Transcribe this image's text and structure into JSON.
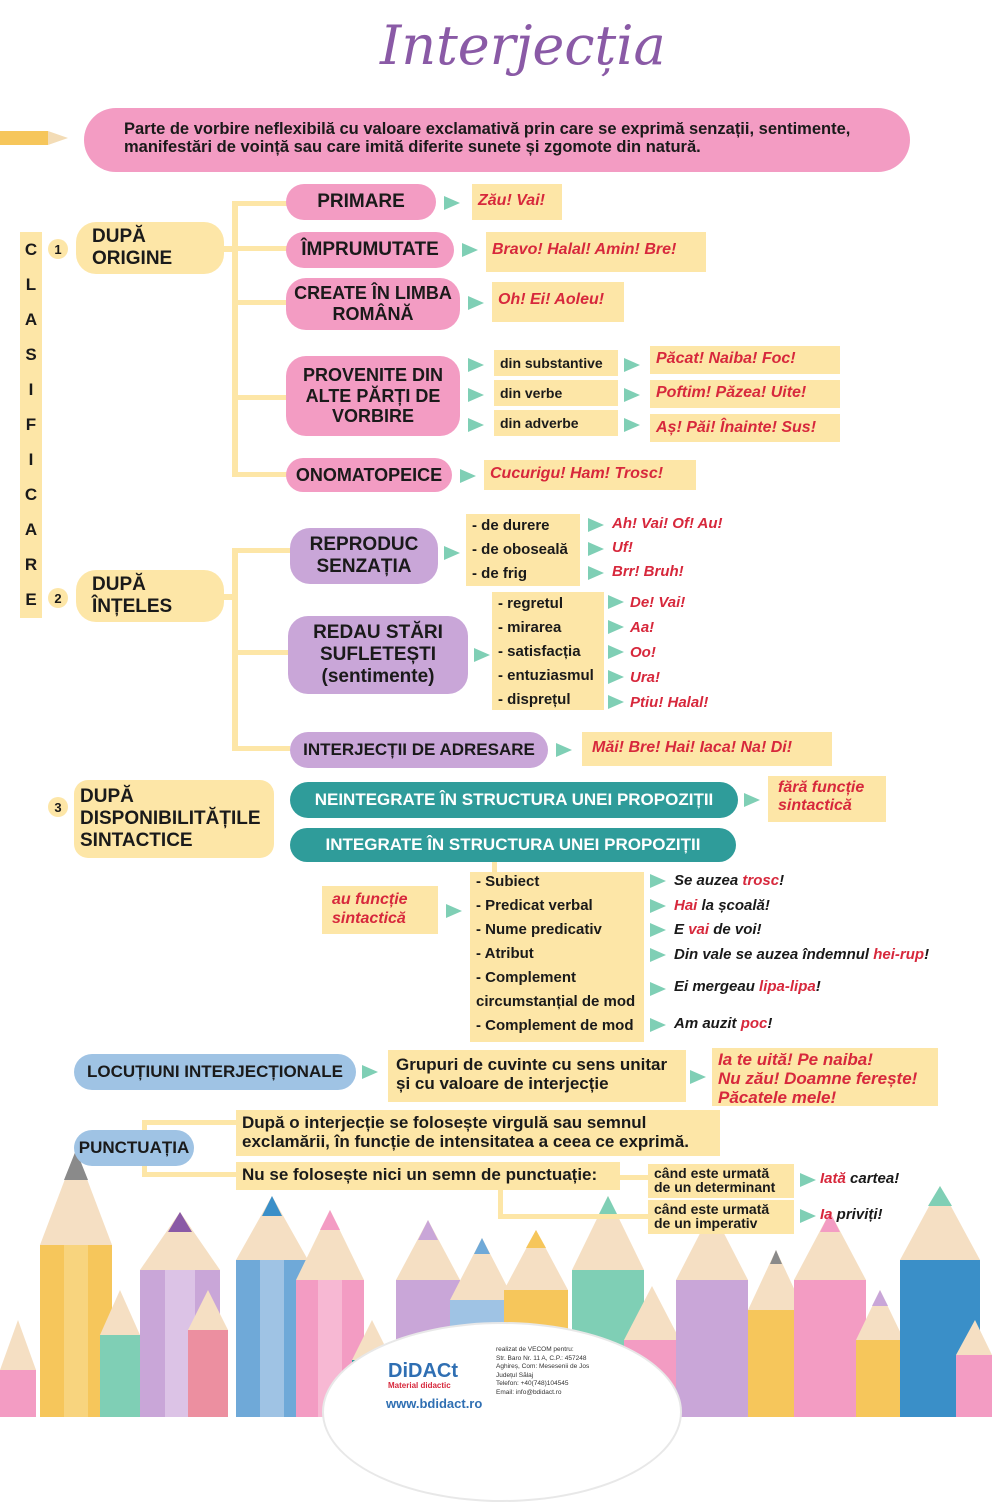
{
  "title": "Interjecția",
  "definition": "Parte de vorbire neflexibilă cu valoare exclamativă prin care se exprimă senzații, sentimente, manifestări de voință sau care imită diferite sunete și zgomote din natură.",
  "side_letters": [
    "C",
    "L",
    "A",
    "S",
    "I",
    "F",
    "I",
    "C",
    "A",
    "R",
    "E"
  ],
  "section1": {
    "num": "1",
    "label": "DUPĂ ORIGINE",
    "primare": "PRIMARE",
    "primare_ex": "Zău! Vai!",
    "imprumutate": "ÎMPRUMUTATE",
    "imprumutate_ex": "Bravo! Halal! Amin! Bre!",
    "create": "CREATE ÎN LIMBA ROMÂNĂ",
    "create_ex": "Oh! Ei! Aoleu!",
    "provenite": "PROVENITE DIN ALTE PĂRȚI DE VORBIRE",
    "provenite_items": [
      "din substantive",
      "din verbe",
      "din adverbe"
    ],
    "provenite_ex": [
      "Păcat! Naiba! Foc!",
      "Poftim! Păzea! Uite!",
      "Aș! Păi! Înainte! Sus!"
    ],
    "onomatopeice": "ONOMATOPEICE",
    "onomatopeice_ex": "Cucurigu! Ham! Trosc!"
  },
  "section2": {
    "num": "2",
    "label": "DUPĂ ÎNȚELES",
    "reproduc": "REPRODUC SENZAȚIA",
    "reproduc_items": [
      "- de durere",
      "- de oboseală",
      "- de frig"
    ],
    "reproduc_ex": [
      "Ah! Vai! Of! Au!",
      "Uf!",
      "Brr! Bruh!"
    ],
    "redau": "REDAU STĂRI SUFLETEȘTI (sentimente)",
    "redau_items": [
      "- regretul",
      "- mirarea",
      "- satisfacția",
      "- entuziasmul",
      "- disprețul"
    ],
    "redau_ex": [
      "De! Vai!",
      "Aa!",
      "Oo!",
      "Ura!",
      "Ptiu! Halal!"
    ],
    "adresare": "INTERJECȚII DE ADRESARE",
    "adresare_ex": "Măi! Bre! Hai! Iaca! Na! Di!"
  },
  "section3": {
    "num": "3",
    "label": "DUPĂ DISPONIBILITĂȚILE SINTACTICE",
    "neintegrate": "NEINTEGRATE ÎN STRUCTURA UNEI PROPOZIȚII",
    "neintegrate_ex": "fără funcție sintactică",
    "integrate": "INTEGRATE ÎN STRUCTURA UNEI PROPOZIȚII",
    "integrate_note": "au funcție sintactică",
    "functions": [
      "- Subiect",
      "- Predicat verbal",
      "- Nume predicativ",
      "- Atribut",
      "- Complement",
      "circumstanțial de mod",
      "- Complement de mod"
    ],
    "examples": [
      {
        "pre": "Se auzea ",
        "hl": "trosc",
        "post": "!"
      },
      {
        "pre": "",
        "hl": "Hai",
        "post": " la școală!"
      },
      {
        "pre": "E ",
        "hl": "vai",
        "post": " de voi!"
      },
      {
        "pre": "Din vale se auzea îndemnul ",
        "hl": "hei-rup",
        "post": "!"
      },
      {
        "pre": "Ei mergeau ",
        "hl": "lipa-lipa",
        "post": "!"
      },
      {
        "pre": "Am auzit ",
        "hl": "poc",
        "post": "!"
      }
    ]
  },
  "locutiuni": {
    "label": "LOCUȚIUNI INTERJECȚIONALE",
    "desc": "Grupuri de cuvinte cu sens unitar și cu valoare de interjecție",
    "ex": [
      "Ia te uită! Pe naiba!",
      "Nu zău! Doamne ferește!",
      "Păcatele mele!"
    ]
  },
  "punctuatia": {
    "label": "PUNCTUAȚIA",
    "rule1": "După o interjecție se folosește virgulă sau semnul exclamării, în funcție de intensitatea a ceea ce exprimă.",
    "rule2": "Nu se folosește nici un semn de punctuație:",
    "case1": "când este urmată de un determinant",
    "case2": "când este urmată de un imperativ",
    "ex1_hl": "Iată",
    "ex1_post": " cartea!",
    "ex2_hl": "Ia",
    "ex2_post": " priviți!"
  },
  "footer": {
    "brand": "DiDACt",
    "brand_sub": "Material didactic",
    "url": "www.bdidact.ro",
    "made_by": "realizat de VECOM pentru:",
    "address": [
      "Str. Baro Nr. 11 A, C.P.: 457248",
      "Aghireș, Com: Mesesenii de Jos",
      "Județul Sălaj",
      "Telefon: +40(748)104545",
      "Email: info@bdidact.ro"
    ]
  },
  "colors": {
    "pink": "#f39cc3",
    "lilac": "#c9a6d8",
    "teal": "#2f9c9a",
    "cream": "#fde6a7",
    "red": "#d7283c",
    "arrow": "#7fcfb5",
    "title": "#8a5aa6"
  }
}
